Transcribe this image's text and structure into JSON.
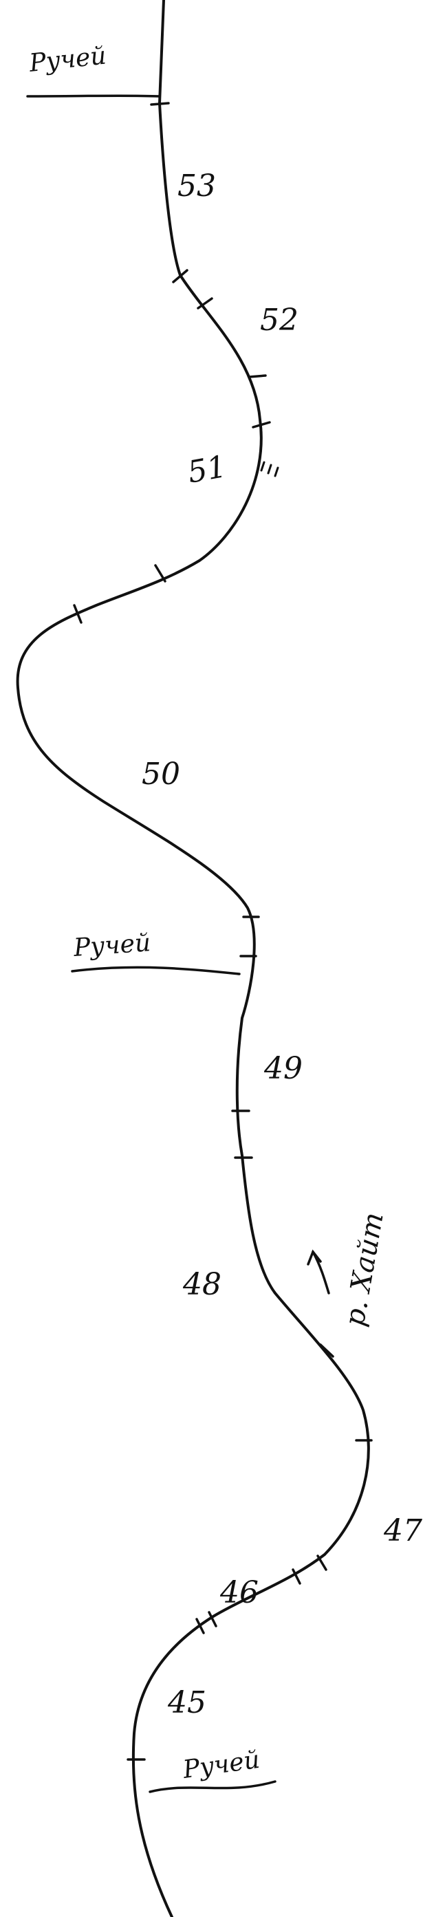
{
  "map": {
    "river_name": "р. Хайт",
    "stream_label": "Ручей",
    "segments": [
      {
        "label": "53"
      },
      {
        "label": "52"
      },
      {
        "label": "51"
      },
      {
        "label": "50"
      },
      {
        "label": "49"
      },
      {
        "label": "48"
      },
      {
        "label": "47"
      },
      {
        "label": "46"
      },
      {
        "label": "45"
      }
    ],
    "rapids_symbol": "≡"
  }
}
